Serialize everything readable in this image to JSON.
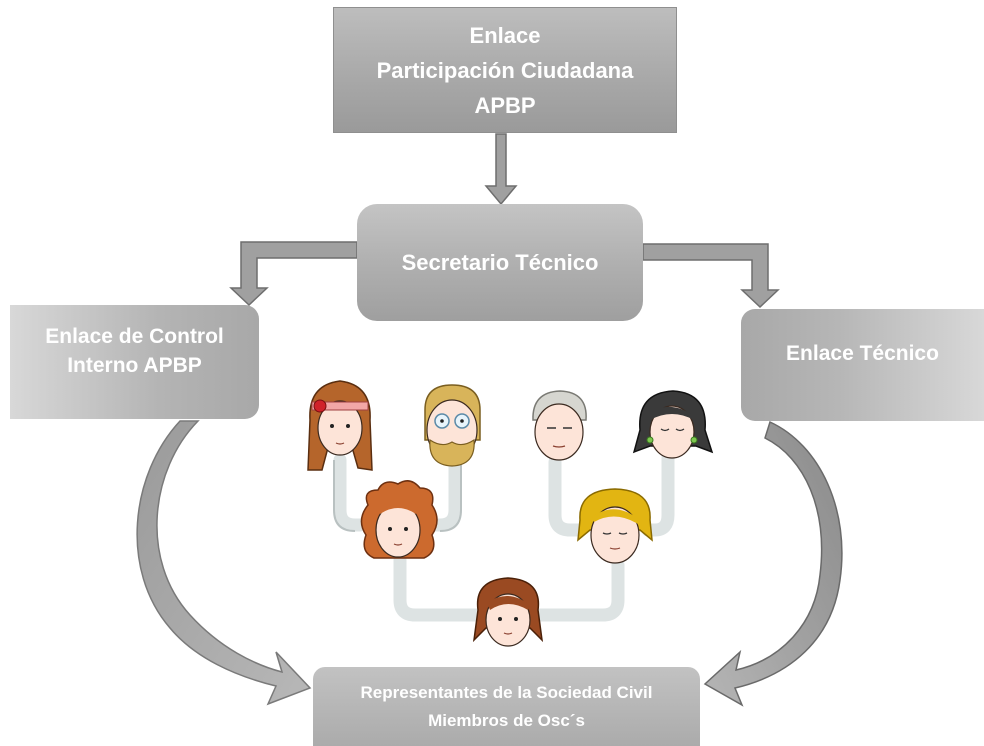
{
  "nodes": {
    "top": {
      "lines": [
        "Enlace",
        "Participación Ciudadana",
        "APBP"
      ]
    },
    "secretario": {
      "label": "Secretario Técnico"
    },
    "control": {
      "lines": [
        "Enlace de Control",
        "Interno APBP"
      ]
    },
    "tecnico": {
      "label": "Enlace Técnico"
    },
    "representantes": {
      "lines": [
        "Representantes de la Sociedad Civil",
        "Miembros de Osc´s"
      ]
    }
  },
  "colors": {
    "box_fill": "#ababab",
    "arrow_fill": "#a0a0a0",
    "arrow_stroke": "#6e6e6e",
    "tree_line": "#dde3e3"
  },
  "illustration": {
    "icon": "family-tree-faces-icon",
    "faces": [
      "woman-headband-face",
      "man-glasses-mustache-face",
      "grandmother-face",
      "woman-dark-hair-face",
      "woman-curly-red-face",
      "woman-blonde-face",
      "child-brown-hair-face"
    ]
  }
}
